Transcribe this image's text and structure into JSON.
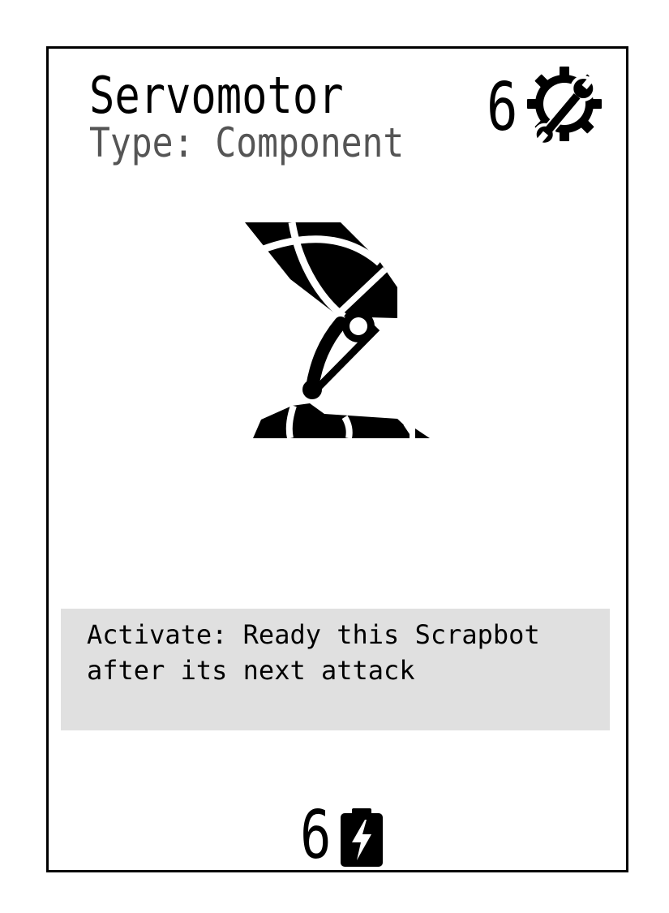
{
  "card": {
    "title": "Servomotor",
    "type_line": "Type: Component",
    "cost": {
      "value": "6",
      "icon": "gear-wrench-icon"
    },
    "art_icon": "robot-leg-icon",
    "rules_text": "Activate: Ready this Scrapbot after its next attack",
    "energy": {
      "value": "6",
      "icon": "battery-bolt-icon"
    }
  },
  "colors": {
    "border": "#000000",
    "title": "#000000",
    "type_line": "#555555",
    "rules_box_background": "#e0e0e0",
    "card_background": "#ffffff"
  }
}
